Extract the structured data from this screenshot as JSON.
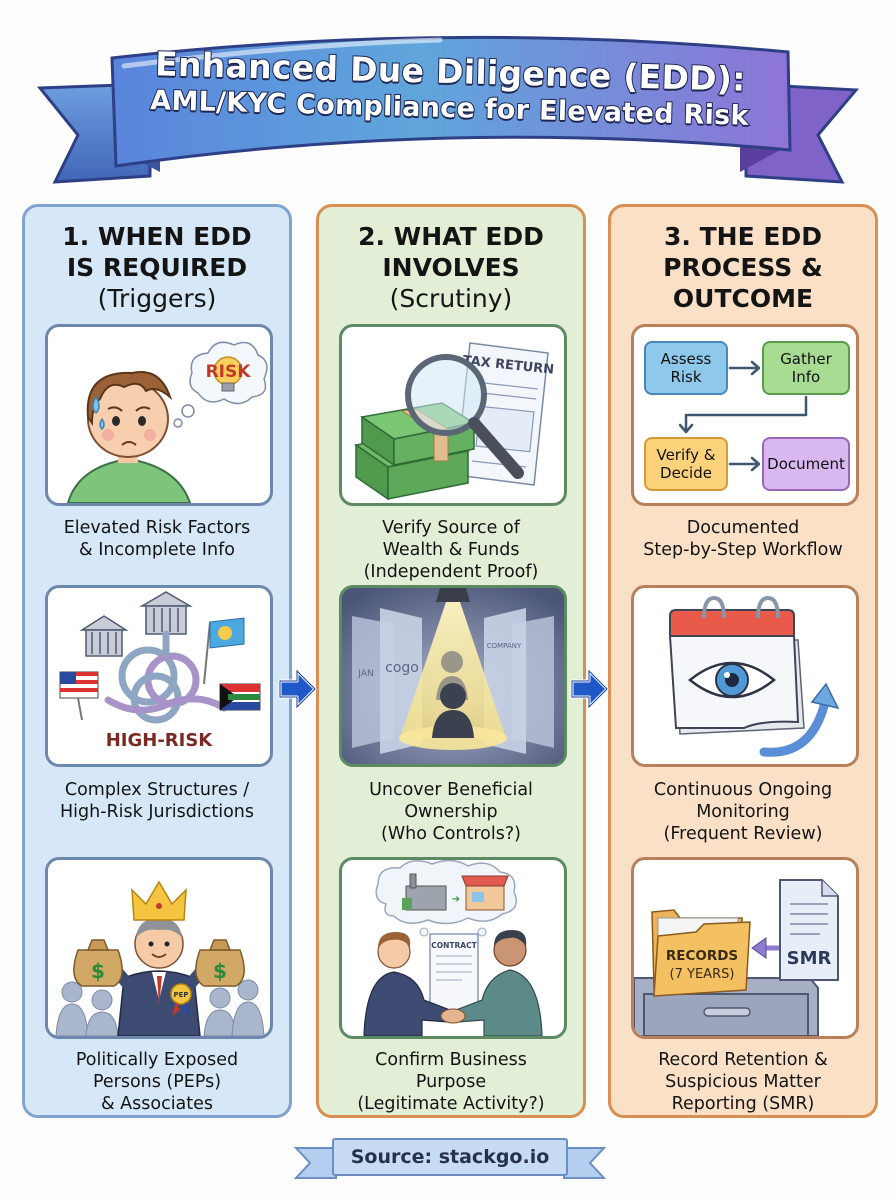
{
  "title": {
    "line1": "Enhanced Due Diligence (EDD):",
    "line2": "AML/KYC Compliance for Elevated Risk"
  },
  "colors": {
    "banner_blue": "#5b86d9",
    "banner_purple": "#9077d6",
    "column1_bg": "#d6e8f7",
    "column2_bg": "#e2efd6",
    "column3_bg": "#fbe0c8",
    "flow_arrow": "#1f59c8"
  },
  "columns": [
    {
      "title_line1": "1. WHEN EDD",
      "title_line2": "IS REQUIRED",
      "title_line3": "(Triggers)",
      "cards": [
        {
          "illustration": "worried-person-risk-bulb",
          "label_text": "RISK",
          "caption_line1": "Elevated Risk Factors",
          "caption_line2": "& Incomplete Info"
        },
        {
          "illustration": "tangled-banks-flags",
          "label_text": "HIGH-RISK",
          "caption_line1": "Complex Structures /",
          "caption_line2": "High-Risk Jurisdictions"
        },
        {
          "illustration": "pep-crowned-politician-money-bags",
          "badge_text": "PEP",
          "caption_line1": "Politically Exposed",
          "caption_line2": "Persons (PEPs)",
          "caption_line3": "& Associates"
        }
      ]
    },
    {
      "title_line1": "2. WHAT EDD",
      "title_line2": "INVOLVES",
      "title_line3": "(Scrutiny)",
      "cards": [
        {
          "illustration": "money-magnifier-tax-return",
          "label_text": "TAX RETURN",
          "caption_line1": "Verify Source of",
          "caption_line2": "Wealth & Funds",
          "caption_line3": "(Independent Proof)"
        },
        {
          "illustration": "spotlight-hidden-owner",
          "panel_labels": [
            "cogo",
            "COMPANY",
            "JAN"
          ],
          "caption_line1": "Uncover Beneficial",
          "caption_line2": "Ownership",
          "caption_line3": "(Who Controls?)"
        },
        {
          "illustration": "handshake-contract",
          "label_text": "CONTRACT",
          "caption_line1": "Confirm Business",
          "caption_line2": "Purpose",
          "caption_line3": "(Legitimate Activity?)"
        }
      ]
    },
    {
      "title_line1": "3. THE EDD",
      "title_line2": "PROCESS &",
      "title_line3": "OUTCOME",
      "cards": [
        {
          "illustration": "workflow-steps",
          "steps": [
            {
              "line1": "Assess",
              "line2": "Risk"
            },
            {
              "line1": "Gather",
              "line2": "Info"
            },
            {
              "line1": "Verify &",
              "line2": "Decide"
            },
            {
              "line1": "Document",
              "line2": ""
            }
          ],
          "caption_line1": "Documented",
          "caption_line2": "Step-by-Step Workflow"
        },
        {
          "illustration": "calendar-eye-refresh",
          "caption_line1": "Continuous Ongoing",
          "caption_line2": "Monitoring",
          "caption_line3": "(Frequent Review)"
        },
        {
          "illustration": "records-cabinet-smr",
          "folder_line1": "RECORDS",
          "folder_line2": "(7 YEARS)",
          "doc_label": "SMR",
          "caption_line1": "Record Retention &",
          "caption_line2": "Suspicious Matter",
          "caption_line3": "Reporting (SMR)"
        }
      ]
    }
  ],
  "footer": {
    "source": "Source: stackgo.io"
  }
}
